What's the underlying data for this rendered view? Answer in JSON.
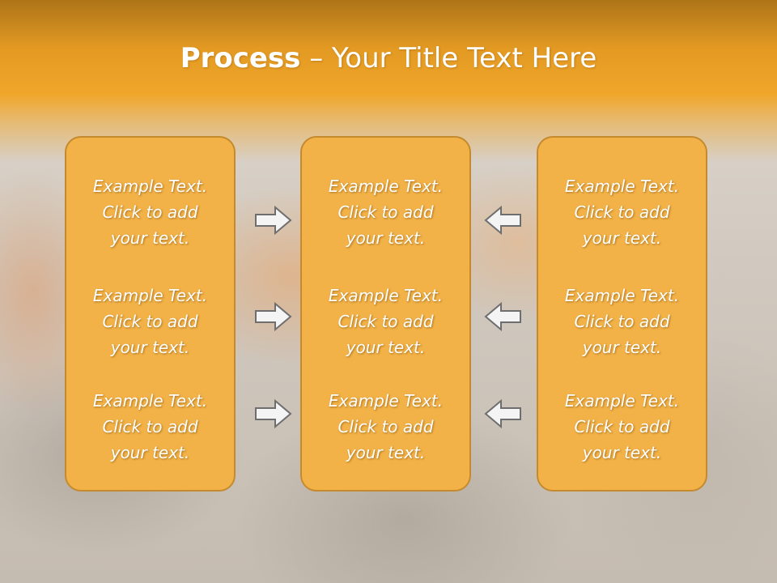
{
  "slide": {
    "title_bold": "Process",
    "title_rest": " – Your Title Text Here"
  },
  "columns": [
    {
      "items": [
        {
          "line1": "Example Text.",
          "line2": "Click  to add",
          "line3": "your text."
        },
        {
          "line1": "Example Text.",
          "line2": "Click  to add",
          "line3": "your text."
        },
        {
          "line1": "Example Text.",
          "line2": "Click  to add",
          "line3": "your text."
        }
      ]
    },
    {
      "items": [
        {
          "line1": "Example Text.",
          "line2": "Click  to add",
          "line3": "your text."
        },
        {
          "line1": "Example Text.",
          "line2": "Click  to add",
          "line3": "your text."
        },
        {
          "line1": "Example Text.",
          "line2": "Click  to add",
          "line3": "your text."
        }
      ]
    },
    {
      "items": [
        {
          "line1": "Example Text.",
          "line2": "Click  to add",
          "line3": "your text."
        },
        {
          "line1": "Example Text.",
          "line2": "Click  to add",
          "line3": "your text."
        },
        {
          "line1": "Example Text.",
          "line2": "Click  to add",
          "line3": "your text."
        }
      ]
    }
  ],
  "arrows": {
    "left_group_direction": "right",
    "right_group_direction": "left",
    "icon": "block-arrow-icon"
  },
  "colors": {
    "title_band": "#f0a62a",
    "box_fill": "#f2b247",
    "box_border": "#c58a2e",
    "arrow_fill": "#f4f4f4",
    "arrow_stroke": "#6e6e6e"
  }
}
